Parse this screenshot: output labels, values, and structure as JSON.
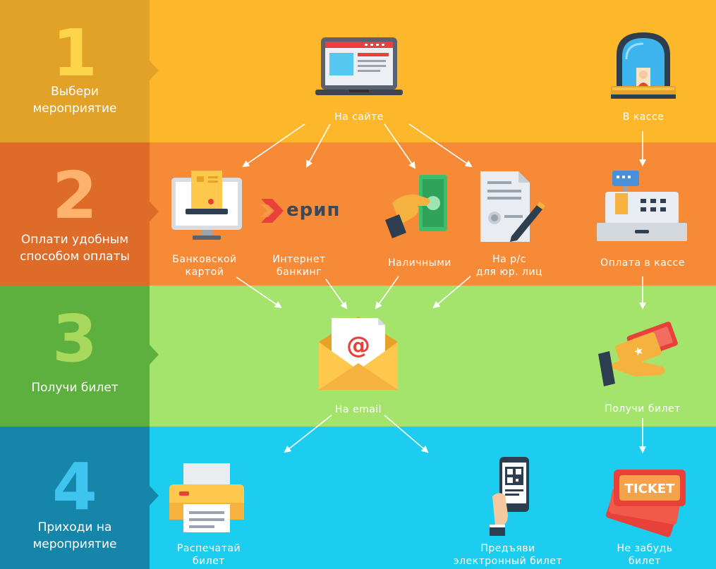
{
  "colors": {
    "step1_side": "#E2A227",
    "step1_main": "#FDB72A",
    "step2_side": "#DE6B28",
    "step2_main": "#F68A36",
    "step3_side": "#5DAF3E",
    "step3_main": "#A4E46C",
    "step4_side": "#1586AA",
    "step4_main": "#1DCDEF",
    "num1": "#FDD44A",
    "num2": "#FDB26E",
    "num3": "#A8D85C",
    "num4": "#3EC4EE"
  },
  "steps": [
    {
      "number": "1",
      "label_lines": [
        "Выбери",
        "мероприятие"
      ]
    },
    {
      "number": "2",
      "label_lines": [
        "Оплати удобным",
        "способом оплаты"
      ]
    },
    {
      "number": "3",
      "label_lines": [
        "Получи билет"
      ]
    },
    {
      "number": "4",
      "label_lines": [
        "Приходи на",
        "мероприятие"
      ]
    }
  ],
  "captions": {
    "site": "На сайте",
    "box_office": "В кассе",
    "card": [
      "Банковской",
      "картой"
    ],
    "banking": [
      "Интернет",
      "банкинг"
    ],
    "cash": "Наличными",
    "account": [
      "На р/с",
      "для юр. лиц"
    ],
    "pay_box_office": "Оплата в кассе",
    "email": "На email",
    "get_ticket": "Получи билет",
    "print": [
      "Распечатай",
      "билет"
    ],
    "show": [
      "Предъяви",
      "электронный билет"
    ],
    "dont_forget": [
      "Не забудь",
      "билет"
    ]
  },
  "logos": {
    "erip": "ерип",
    "ticket": "TICKET"
  },
  "icons": [
    "laptop-icon",
    "ticket-booth-icon",
    "card-terminal-icon",
    "erip-logo",
    "cash-hand-icon",
    "invoice-pen-icon",
    "cash-register-icon",
    "email-envelope-icon",
    "tickets-hand-icon",
    "printer-icon",
    "phone-qr-icon",
    "ticket-stub-icon"
  ]
}
